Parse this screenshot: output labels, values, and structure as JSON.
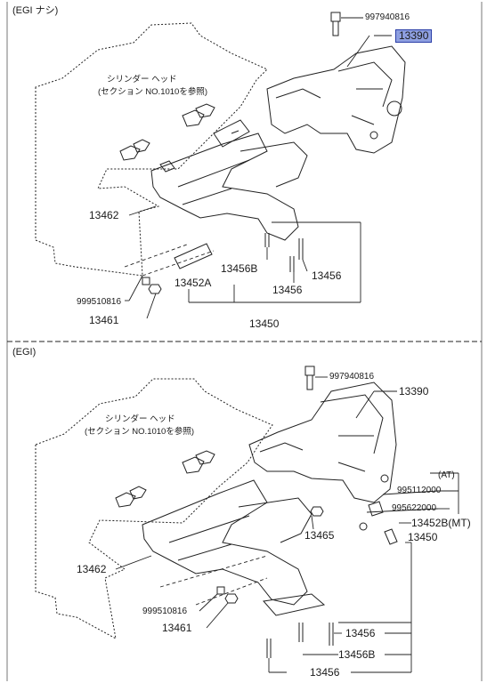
{
  "sections": {
    "top": {
      "header": "(EGI ナシ)"
    },
    "bottom": {
      "header": "(EGI)"
    }
  },
  "top": {
    "cyl_head_label": "シリンダー ヘッド",
    "cyl_head_ref": "(セクション NO.1010を参照)",
    "labels": {
      "p997940816": "997940816",
      "p13390": "13390",
      "p13462": "13462",
      "p13456B": "13456B",
      "p13456_a": "13456",
      "p13456_b": "13456",
      "p13452A": "13452A",
      "p999510816": "999510816",
      "p13461": "13461",
      "p13450": "13450"
    }
  },
  "bottom": {
    "cyl_head_label": "シリンダー ヘッド",
    "cyl_head_ref": "(セクション NO.1010を参照)",
    "labels": {
      "p997940816": "997940816",
      "p13390": "13390",
      "p995112000": "995112000",
      "p995622000": "995622000",
      "at": "(AT)",
      "p13452B": "13452B(MT)",
      "p13450": "13450",
      "p13465": "13465",
      "p13462": "13462",
      "p999510816": "999510816",
      "p13461": "13461",
      "p13456_a": "13456",
      "p13456B": "13456B",
      "p13456_b": "13456"
    }
  },
  "highlight_color": "#8e9fe0"
}
